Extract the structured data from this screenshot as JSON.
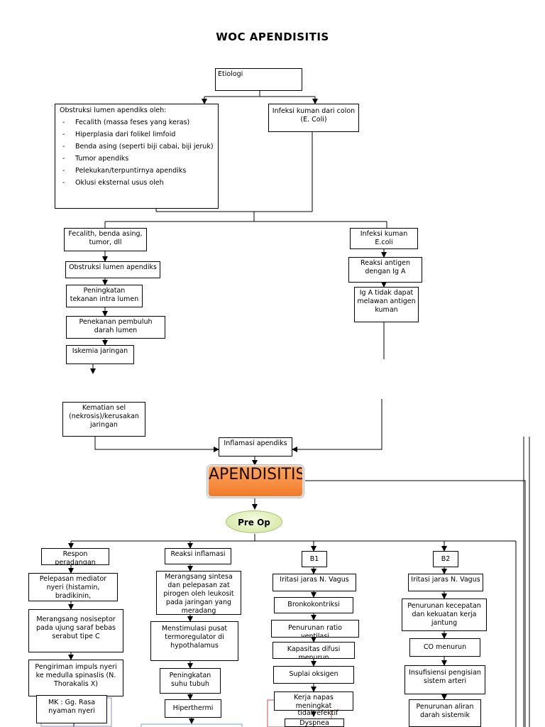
{
  "title": "WOC APENDISITIS",
  "etiologi": "Etiologi",
  "obstruksi": {
    "heading": "Obstruksi lumen apendiks oleh:",
    "items": [
      "Fecalith (massa feses yang keras)",
      "Hiperplasia dari folikel limfoid",
      "Benda asing (seperti biji cabai, biji jeruk)",
      "Tumor apendiks",
      "Pelekukan/terpuntirnya apendiks",
      "Oklusi eksternal usus oleh"
    ]
  },
  "infeksi_kuman_colon": "Infeksi kuman dari colon (E. Coli)",
  "left_chain": [
    "Fecalith, benda asing, tumor, dll",
    "Obstruksi lumen apendiks",
    "Peningkatan tekanan intra lumen",
    "Penekanan pembuluh darah lumen",
    "Iskemia jaringan"
  ],
  "right_chain": [
    "Infeksi kuman E.coli",
    "Reaksi antigen dengan Ig A",
    "Ig A tidak dapat melawan antigen kuman"
  ],
  "kematian_sel": "Kematian sel (nekrosis)/kerusakan jaringan",
  "inflamasi": "Inflamasi apendiks",
  "apendisitis": "APENDISITIS",
  "pre_op": "Pre Op",
  "col_respon": [
    "Respon peradangan",
    "Pelepasan mediator nyeri (histamin, bradikinin, prostaglandin)",
    "Merangsang nosiseptor pada ujung saraf bebas serabut tipe C",
    "Pengiriman impuls nyeri ke medulla spinaslis (N. Thorakalis X)",
    "MK : Gg. Rasa nyaman nyeri"
  ],
  "col_reaksi": [
    "Reaksi inflamasi",
    "Merangsang sintesa dan pelepasan zat pirogen oleh leukosit pada jaringan yang meradang",
    "Menstimulasi pusat termoregulator di hypothalamus",
    "Peningkatan suhu tubuh",
    "Hiperthermi"
  ],
  "col_b1": [
    "B1",
    "Iritasi jaras N. Vagus",
    "Bronkokontriksi",
    "Penurunan ratio ventilasi",
    "Kapasitas difusi menurun",
    "Suplai oksigen",
    "Kerja napas meningkat",
    "tidak efektif",
    "Dyspnea"
  ],
  "col_b2": [
    "B2",
    "Iritasi jaras N. Vagus",
    "Penurunan kecepatan dan kekuatan kerja jantung",
    "CO menurun",
    "Insufisiensi pengisian sistem arteri",
    "Penurunan aliran darah sistemik"
  ]
}
